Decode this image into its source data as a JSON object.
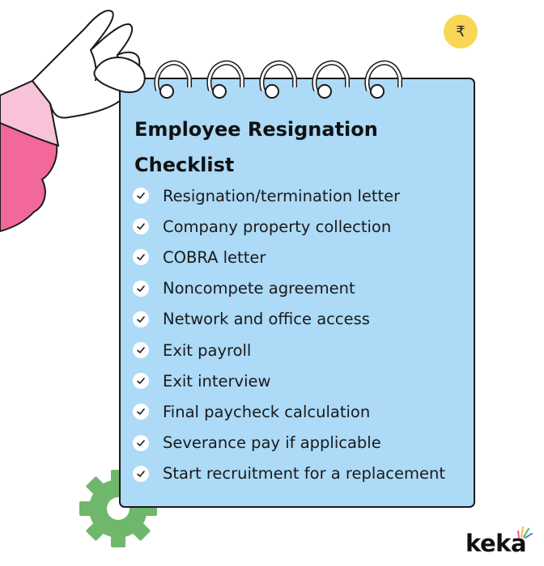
{
  "card": {
    "title_line1": "Employee Resignation",
    "title_line2": "Checklist",
    "items": [
      "Resignation/termination letter",
      "Company property collection",
      "COBRA letter",
      "Noncompete agreement",
      "Network and office access",
      "Exit payroll",
      "Exit interview",
      "Final paycheck calculation",
      "Severance pay if applicable",
      "Start recruitment for a replacement"
    ]
  },
  "decor": {
    "coin_symbol": "₹",
    "icons": [
      "hand-illustration",
      "coin-icon",
      "gear-icon",
      "check-icon",
      "spiral-ring"
    ]
  },
  "brand": {
    "logo_text": "keka"
  },
  "colors": {
    "card_background": "#acdaf7",
    "sleeve_pink": "#f3689a",
    "cuff_pink": "#f8c3d9",
    "gear_green": "#6fb86b",
    "coin_yellow": "#f8d656"
  }
}
